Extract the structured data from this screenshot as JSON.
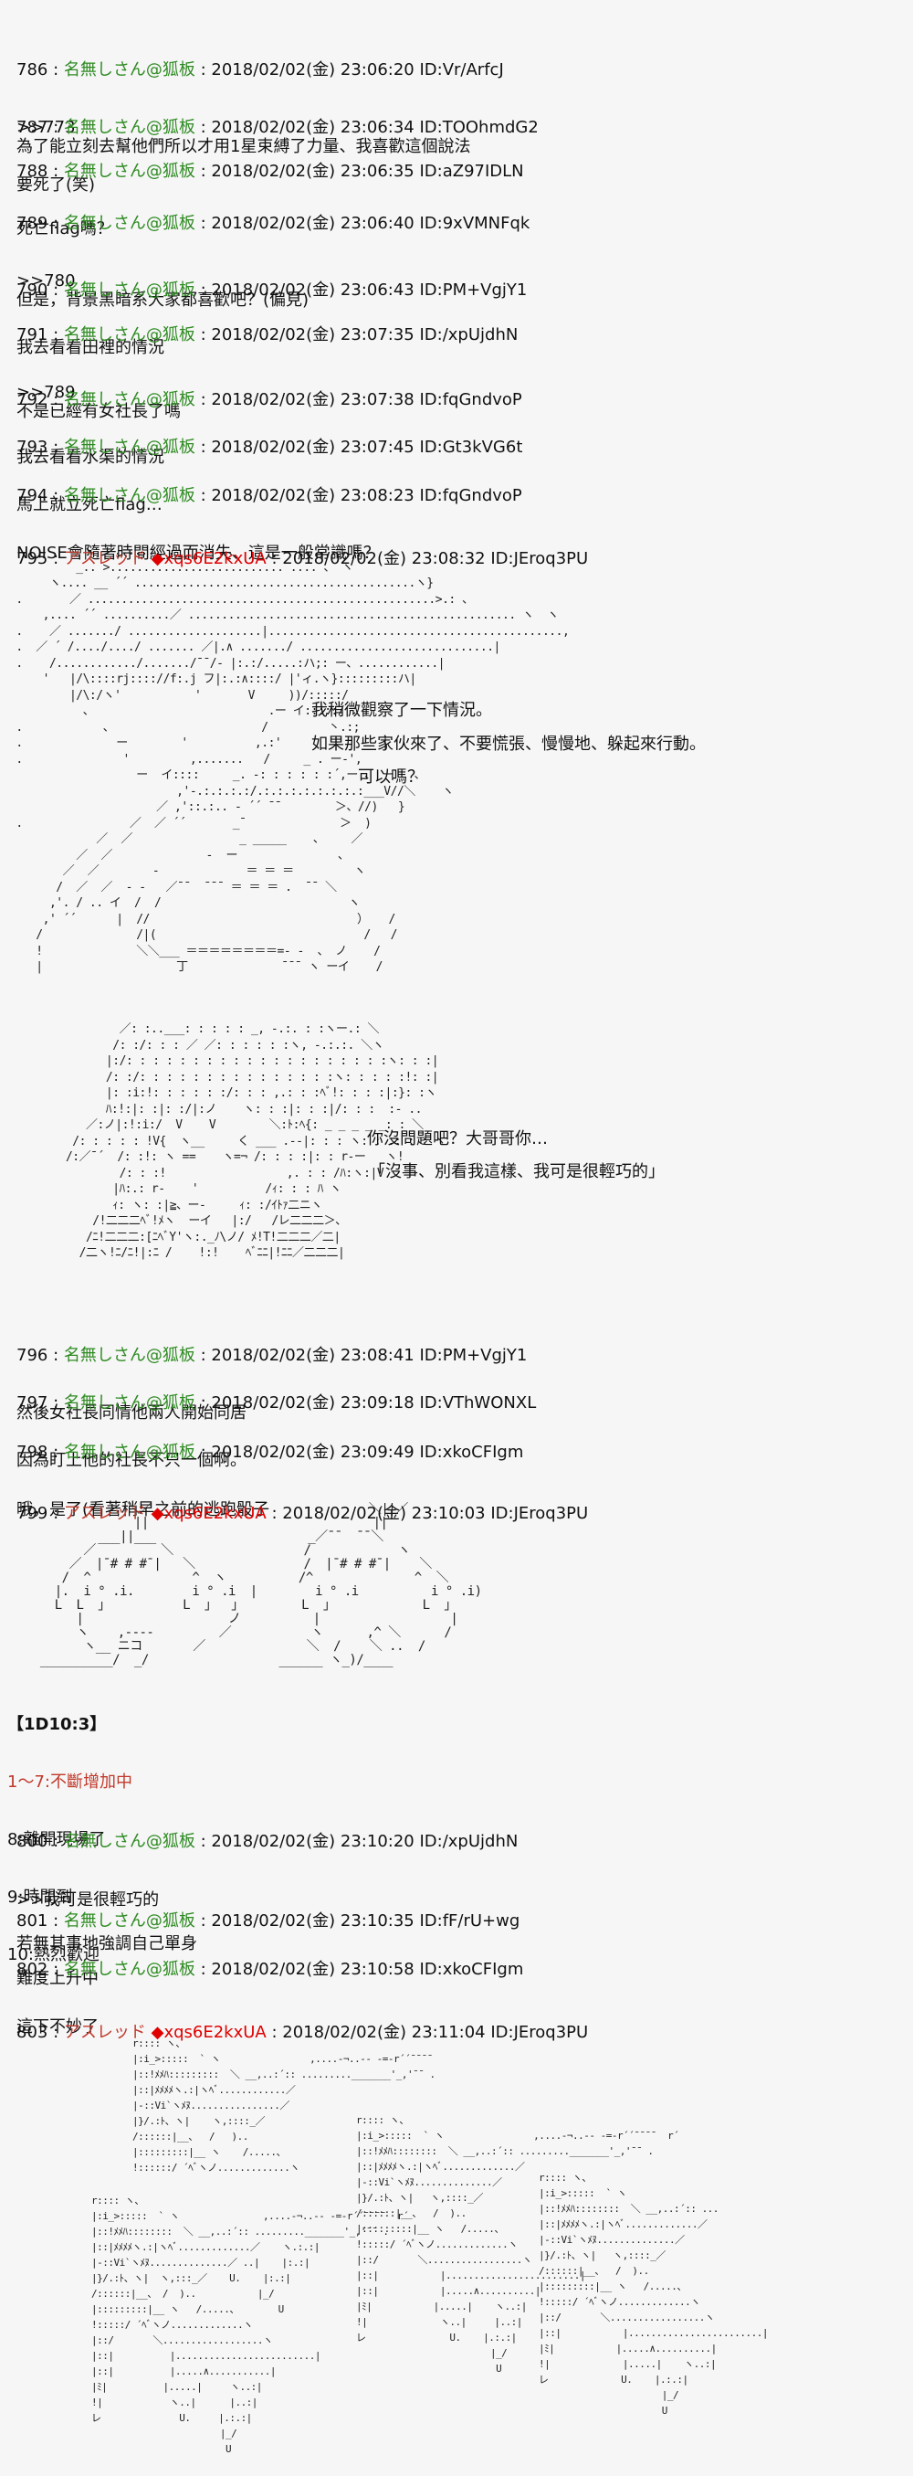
{
  "posts": [
    {
      "num": "786",
      "name": "名無しさん@狐板",
      "date": "2018/02/02(金) 23:06:20",
      "id": "ID:Vr/ArfcJ",
      "body": ">>773\n為了能立刻去幫他們所以才用1星束縛了力量、我喜歡這個說法"
    },
    {
      "num": "787",
      "name": "名無しさん@狐板",
      "date": "2018/02/02(金) 23:06:34",
      "id": "ID:TOOhmdG2",
      "body": "要死了(笑)"
    },
    {
      "num": "788",
      "name": "名無しさん@狐板",
      "date": "2018/02/02(金) 23:06:35",
      "id": "ID:aZ97IDLN",
      "body": "死亡flag嗎？"
    },
    {
      "num": "789",
      "name": "名無しさん@狐板",
      "date": "2018/02/02(金) 23:06:40",
      "id": "ID:9xVMNFqk",
      "body": ">>780\n但是，背景黑暗系大家都喜歡吧？(偏見)"
    },
    {
      "num": "790",
      "name": "名無しさん@狐板",
      "date": "2018/02/02(金) 23:06:43",
      "id": "ID:PM+VgjY1",
      "body": "我去看看田裡的情況"
    },
    {
      "num": "791",
      "name": "名無しさん@狐板",
      "date": "2018/02/02(金) 23:07:35",
      "id": "ID:/xpUjdhN",
      "body": ">>789\n不是已經有女社長了嗎"
    },
    {
      "num": "792",
      "name": "名無しさん@狐板",
      "date": "2018/02/02(金) 23:07:38",
      "id": "ID:fqGndvoP",
      "body": "我去看看水渠的情況"
    },
    {
      "num": "793",
      "name": "名無しさん@狐板",
      "date": "2018/02/02(金) 23:07:45",
      "id": "ID:Gt3kVG6t",
      "body": "馬上就立死亡flag…"
    },
    {
      "num": "794",
      "name": "名無しさん@狐板",
      "date": "2018/02/02(金) 23:08:23",
      "id": "ID:fqGndvoP",
      "body": "NOISE會隨著時間經過而消失、這是一般常識嗎？"
    },
    {
      "num": "795",
      "name": "アスレッド",
      "trip": "◆xqs6E2kxUA",
      "date": "2018/02/02(金) 23:08:32",
      "id": "ID:JEroq3PU",
      "body": ""
    },
    {
      "num": "796",
      "name": "名無しさん@狐板",
      "date": "2018/02/02(金) 23:08:41",
      "id": "ID:PM+VgjY1",
      "body": "然後女社長同情他兩人開始同居"
    },
    {
      "num": "797",
      "name": "名無しさん@狐板",
      "date": "2018/02/02(金) 23:09:18",
      "id": "ID:VThWONXL",
      "body": "因為盯上他的社長不只一個啊。"
    },
    {
      "num": "798",
      "name": "名無しさん@狐板",
      "date": "2018/02/02(金) 23:09:49",
      "id": "ID:xkoCFIgm",
      "body": "哦，是了(看著稍早之前的逃跑骰子"
    },
    {
      "num": "799",
      "name": "アスレッド",
      "trip": "◆xqs6E2kxUA",
      "date": "2018/02/02(金) 23:10:03",
      "id": "ID:JEroq3PU",
      "body": ""
    },
    {
      "num": "800",
      "name": "名無しさん@狐板",
      "date": "2018/02/02(金) 23:10:20",
      "id": "ID:/xpUjdhN",
      "body": ">>我可是很輕巧的\n\n若無其事地強調自己單身"
    },
    {
      "num": "801",
      "name": "名無しさん@狐板",
      "date": "2018/02/02(金) 23:10:35",
      "id": "ID:fF/rU+wg",
      "body": "難度上升中"
    },
    {
      "num": "802",
      "name": "名無しさん@狐板",
      "date": "2018/02/02(金) 23:10:58",
      "id": "ID:xkoCFIgm",
      "body": "這下不妙了"
    },
    {
      "num": "803",
      "name": "アスレッド",
      "trip": "◆xqs6E2kxUA",
      "date": "2018/02/02(金) 23:11:04",
      "id": "ID:JEroq3PU",
      "body": ""
    }
  ],
  "sep": " : ",
  "scene795": {
    "line1": "我稍微觀察了一下情況。",
    "line2": "如果那些家伙來了、不要慌張、慢慢地、躲起來行動。",
    "line3": "可以嗎？",
    "line4": "你沒問題吧？大哥哥你…",
    "line5": "「沒事、別看我這樣、我可是很輕巧的」"
  },
  "dice799": {
    "title": "【1D10:3】",
    "hit": "1～7:不斷增加中",
    "r8": "8:離開現場了",
    "r9": "9:時間到",
    "r10": "10:熱烈歡迎"
  },
  "aa": {
    "boy795": "           ヽ ¯¯.........___  -  、\n          _.. >.......................... .... 、 ヽ\n      ヽ.... __ ´´ ..........................................ヽ}\n .       ／ ....................................................>.: 、\n     ,.... ´´ ..........／ ................................................. ヽ  ヽ\n .    ／ ......./ ....................|............................................,\n .  ／ ´ /..../..../ ....... ／|.∧ ......./ .............................|\n .    /............/......./¯¯/- |:.:/.....:ハ;: ー、............|\n     '   |/\\::::rj:::://f:.j フ|:.:∧::::/ |'ィ.ヽ}:::::::::ハ|\n         |/\\:/ヽ'           '       V     ))/:::::/\n           、                          .ー イ:::::/\n .            、                      /         丶.:;\n .              ー        '          ,.:'               |\n .               '         ,.......   /     _ . ー-',\n                   ー  イ::::     _. -: : : : : :´,ー 、 ー   、\n                         ,'-.:.:.:.:/.:.:.:.:.:.:.:.:___V//＼    ヽ\n                      ／ ,'::.:.. - ´´ ¯¯        ＞、//)   }\n .                ／  ／ ´´       _¯              ＞  )\n             ／  ／                _ _____    、    ／\n          ／  ／              -  ー               、\n        ／  ／        -             ＝ ＝ ＝         ヽ\n       /  ／  ／  - -   ／¯¯  ¯¯¯ ＝ ＝ ＝ .  ¯¯ ＼\n      ,'. / .. イ  /  /                            ヽ\n     ,' ´´      |  //                               ）   /\n    /              /|(                               /   /\n    !              ＼＼___ ＝＝＝＝＝＝＝＝=- -  、 ノ    /\n    |                    丁              ¯¯¯ ヽ ーイ    /",
    "girl795": "              ／: :..___: : : : : _, -.:. : :ヽー.: ＼\n             /: :/: : : ／ ／: : : : : :ヽ, -.:.:. ＼ヽ\n            |:/: : : : : : : : : : : : : : : : : : : :ヽ: : :|\n            /: :/: : : : : : : : : : : : : : :ヽ: : : : :!: :|\n            |: :i:!: : : : : :/: : : ,.: : :ﾍﾞ!: : : :|:}: :ヽ\n            ﾊ:!:|: :|: :/|:ノ    ヽ: : :|: : :|/: : :  :- ..\n         ／:ノ|:!:i:/  V    V        ＼:ﾄ:ﾍ{: _ _ _ _ _: : ＼\n       /: : : : : !V{  ヽ__     く ___ .-‐|: : : ヽ: : .: : : ヽ\n      /:／¯´  /: :!: ヽ ==    ヽ=¬ /: : : :|: : r‐ー   ヽ!\n              /: : :!                  ,. : : /ﾊ:ヽ:|V\n             |ﾊ:.: r‐    '          /ｨ: : : ﾊ ヽ\n             ｨ: ヽ: :|≧、ー‐     ｨ: :/ｲﾄｧ二ニヽ\n          /!二二二ﾍﾞ!ﾒヽ  ーイ   |:/   /レ二二二＞、\n         /ﾆ!二二二:[ﾆﾍﾞY'ヽ:._ﾉ\\ノ/ ﾒ!T!二二二／二|\n        /二ヽ!ﾆ/ﾆ!|:ﾆ /    !:!    ﾍﾞﾆﾆ|!ﾆﾆ／二二二|",
    "chars799": "              ＼／                              ＼||／\n               ||                               ||\n          ___||___                     _／¯¯  ¯¯＼\n        ／         ＼                  /            ヽ\n      ／  |¯# # #¯|   ＼               /  |¯# # #¯|    ＼\n     /  ^              ^  ヽ          /^              ^  ＼\n    |.  i ° .i.        i ° .i  |        i ° .i          i ° .i)\n    L  L  」          L  」  」        L  」            L  」\n       |                    ノ          |                  |\n       ヽ    ,-‐-‐         ／           ヽ      ,^ ＼      /\n        ヽ__ ニコ       ／              ＼  /    ＼ ..  /\n  __________/  _/                  ______ ヽ_)/____",
    "team803a": "r:::: ヽ、\n|:i_>:::::  ` ヽ                ,....-¬..-- -=-r´´¯¯¯¯\n|::!ﾒﾒﾊ:::::::::  ＼ __,..:´:: ........._______'_,'¯¯ .\n|::|ﾒﾒﾒﾒヽ.:|ヽﾍﾞ............／\n|-::Vi`ヽﾒﾇ................／\n|}/.:ﾄ、ヽ|    ヽ,::::_／\n/::::::|__、  /   )..\n|:::::::::|__ ヽ    /.....、\n!::::::/ ´ﾍﾞヽノ.............ヽ",
    "team803b": "r:::: ヽ、\n|:i_>:::::  ` ヽ               ,....-¬..-- -=-r´´¯¯¯¯  r´\n|::!ﾒﾒﾊ::::::::  ＼ __,..:´:: ........._______'_,'¯¯ .\n|::|ﾒﾒﾒﾒヽ.:|ヽﾍﾞ.............／    ヽ.:.:|\n|-::Vi`ヽﾒﾇ..............／ ..|    |:.:|\n|}/.:ﾄ、ヽ|  ヽ,:::_／    U.    |:.:|\n/::::::|__、 /  )..           |_/\n|:::::::::|__ ヽ   /.....、       U\n!:::::/ ´ﾍﾞヽノ.............ヽ\n|::/       ＼..................ヽ\n|::|          |.........................|\n|::|          |.....∧...........|\n|ﾐ|          |.....|     ヽ..:|\n!|            ヽ..|      |..:|\nレ              U.     |.:.:|\n                       |_/\n                        U",
    "team803c": "r:::: ヽ、\n|:i_>:::::  ` ヽ\n|::!ﾒﾒﾊ::::::::  ＼ __,..:´:: ...\n|::|ﾒﾒﾒﾒヽ.:|ヽﾍﾞ.............／\n|-::Vi`ヽﾒﾇ..............／\n|}/.:ﾄ、ヽ|   ヽ,::::_／\n/::::::|__、  /  )..\n|:::::::::|__ ヽ   /.....、\n!:::::/ ´ﾍﾞヽノ.............ヽ\n|::/       ＼.................ヽ\n|::|           |........................|\n|ﾐ|           |.....∧..........|\n!|             |.....|    ヽ..:|\nレ             U.    |.:.:|\n                      |_/\n                      U",
    "team803d": "r:::: ヽ、\n|:i_>:::::  ` ヽ                ,....-¬..-- -=-r´´¯¯¯¯  r´\n|::!ﾒﾒﾊ::::::::  ＼ __,..:´:: ........._______'_,'¯¯ .\n|::|ﾒﾒﾒﾒヽ.:|ヽﾍﾞ.............／\n|-::Vi`ヽﾒﾇ..............／\n|}/.:ﾄ、ヽ|   ヽ,::::_／\n/::::::|__、  /  )..\n|:::::::::|__ ヽ   /.....、\n!:::::/ ´ﾍﾞヽノ.............ヽ\n|::/       ＼.................ヽ\n|::|           |........................|\n|::|           |.....∧..........|\n|ﾐ|           |.....|    ヽ..:|\n!|             ヽ..|     |..:|\nレ               U.    |.:.:|\n                        |_/\n                         U"
  }
}
